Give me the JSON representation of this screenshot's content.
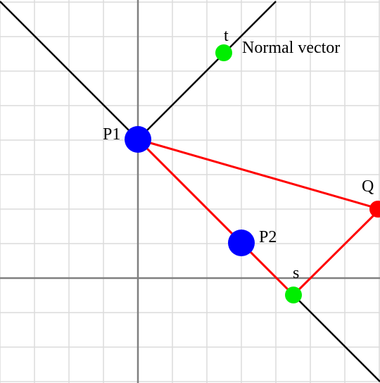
{
  "labels": {
    "p1": "P1",
    "p2": "P2",
    "q": "Q",
    "s": "s",
    "t": "t",
    "normal": "Normal vector"
  },
  "colors": {
    "grid": "#dcdcdc",
    "axis": "#808080",
    "line": "#000000",
    "triangle": "#ff0000",
    "point_main": "#0000ff",
    "point_aux": "#00ee00",
    "point_q": "#ff0000"
  }
}
